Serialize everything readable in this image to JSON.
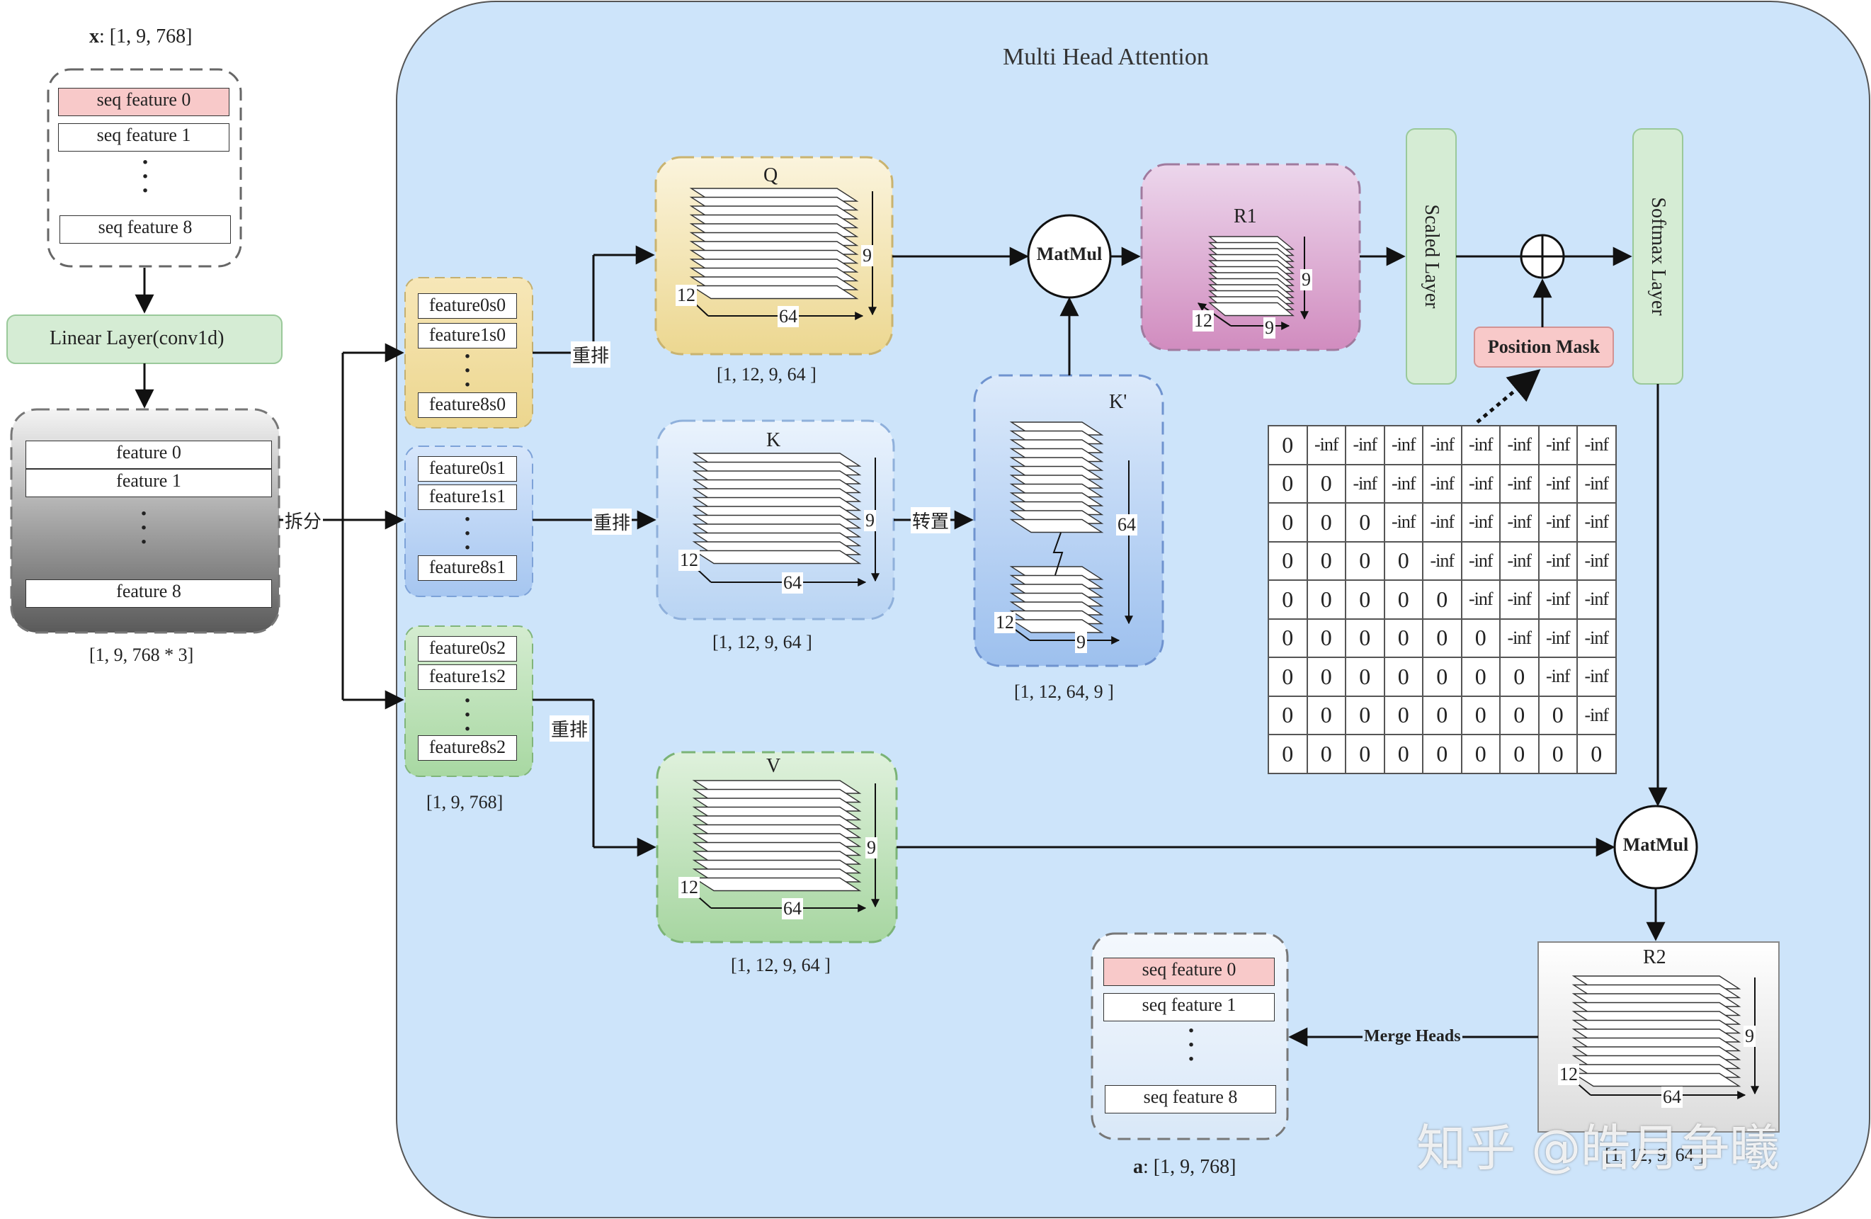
{
  "input": {
    "label": "[1, 9, 768]",
    "label_var": "x",
    "features": [
      "seq feature 0",
      "seq feature 1",
      "seq feature 8"
    ]
  },
  "linear_layer": "Linear Layer(conv1d)",
  "linear_out": {
    "features": [
      "feature 0",
      "feature 1",
      "feature 8"
    ],
    "shape": "[1, 9, 768 * 3]"
  },
  "split_label": "拆分",
  "rearrange_label": "重排",
  "transpose_label": "转置",
  "groups": [
    {
      "items": [
        "feature0s0",
        "feature1s0",
        "feature8s0"
      ]
    },
    {
      "items": [
        "feature0s1",
        "feature1s1",
        "feature8s1"
      ]
    },
    {
      "items": [
        "feature0s2",
        "feature1s2",
        "feature8s2"
      ]
    }
  ],
  "group_shape": "[1, 9, 768]",
  "mha_title": "Multi Head Attention",
  "tensors": {
    "q": {
      "title": "Q",
      "shape": "[1, 12, 9, 64 ]",
      "d1": "12",
      "d2": "64",
      "d3": "9"
    },
    "k": {
      "title": "K",
      "shape": "[1, 12, 9, 64 ]",
      "d1": "12",
      "d2": "64",
      "d3": "9"
    },
    "v": {
      "title": "V",
      "shape": "[1, 12, 9, 64 ]",
      "d1": "12",
      "d2": "64",
      "d3": "9"
    },
    "kt": {
      "title": "K'",
      "shape": "[1, 12, 64, 9 ]",
      "d1": "12",
      "d2": "9",
      "d3": "64"
    },
    "r1": {
      "title": "R1",
      "d1": "12",
      "d2": "9",
      "d3": "9"
    },
    "r2": {
      "title": "R2",
      "shape": "[1, 12, 9, 64 ]",
      "d1": "12",
      "d2": "64",
      "d3": "9"
    }
  },
  "matmul_label": "MatMul",
  "scaled_layer": "Scaled Layer",
  "softmax_layer": "Softmax Layer",
  "position_mask": "Position Mask",
  "mask_zero": "0",
  "mask_inf": "-inf",
  "mask_size": 9,
  "merge_heads": "Merge Heads",
  "output": {
    "features": [
      "seq feature 0",
      "seq feature 1",
      "seq feature 8"
    ],
    "label_var": "a",
    "label": ": [1, 9, 768]"
  },
  "watermark": "知乎 @皓月争曦",
  "colors": {
    "mha_bg": "#cde4fa",
    "highlight": "#f8c9c9",
    "green": "#d5ecd4",
    "q_bg": "#f4e5b6",
    "k_bg": "#c5dcf5",
    "v_bg": "#b8deb4",
    "r1_bg": "#e4b8da",
    "mask_btn": "#f8c9c9"
  }
}
